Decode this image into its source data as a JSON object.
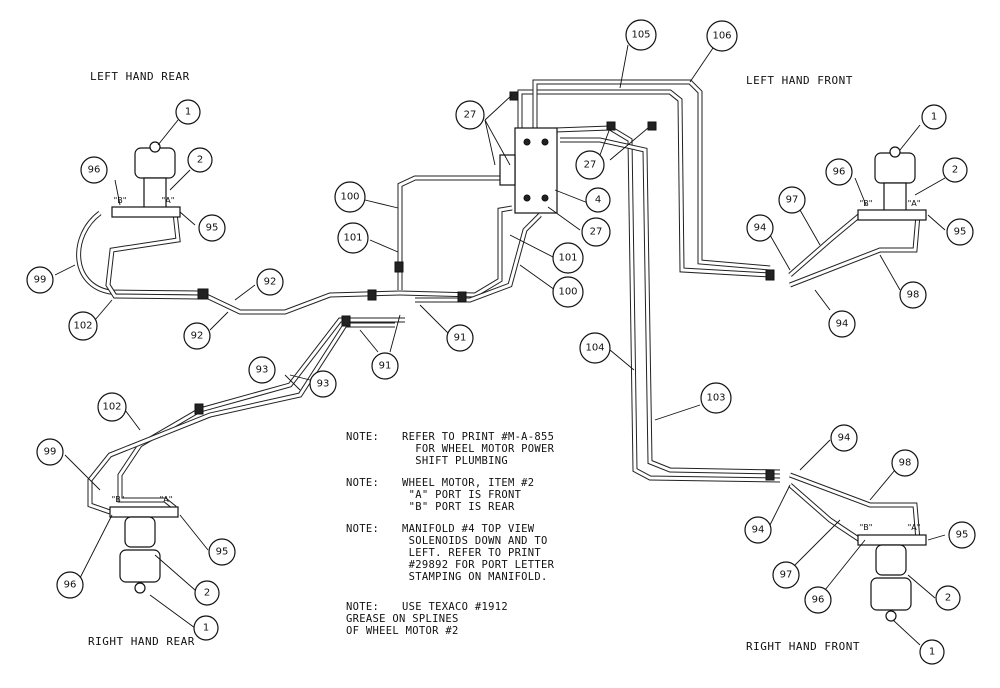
{
  "titles": {
    "left_hand_rear": "LEFT HAND REAR",
    "left_hand_front": "LEFT HAND FRONT",
    "right_hand_rear": "RIGHT HAND REAR",
    "right_hand_front": "RIGHT HAND FRONT"
  },
  "ports": {
    "a": "\"A\"",
    "b": "\"B\""
  },
  "notes": [
    {
      "label": "NOTE:",
      "lines": [
        "REFER TO PRINT #M-A-855",
        "  FOR WHEEL MOTOR POWER",
        "  SHIFT PLUMBING"
      ]
    },
    {
      "label": "NOTE:",
      "lines": [
        "WHEEL MOTOR, ITEM #2",
        " \"A\" PORT IS FRONT",
        " \"B\" PORT IS REAR"
      ]
    },
    {
      "label": "NOTE:",
      "lines": [
        "MANIFOLD #4 TOP VIEW",
        " SOLENOIDS DOWN AND TO",
        " LEFT. REFER TO PRINT",
        " #29892 FOR PORT LETTER",
        " STAMPING ON MANIFOLD."
      ]
    },
    {
      "label": "NOTE:",
      "lines": [
        "USE TEXACO #1912",
        "GREASE ON SPLINES",
        "OF WHEEL MOTOR #2"
      ]
    }
  ],
  "callouts": {
    "c1_lhr": "1",
    "c2_lhr": "2",
    "c96_lhr": "96",
    "c95_lhr": "95",
    "c99_lhr": "99",
    "c102_lhr": "102",
    "c92_a": "92",
    "c92_b": "92",
    "c93_a": "93",
    "c93_b": "93",
    "c91_a": "91",
    "c91_b": "91",
    "c100_a": "100",
    "c101_a": "101",
    "c100_b": "100",
    "c101_b": "101",
    "c27_a": "27",
    "c27_b": "27",
    "c27_c": "27",
    "c4": "4",
    "c105": "105",
    "c106": "106",
    "c104": "104",
    "c103": "103",
    "c1_lhf": "1",
    "c2_lhf": "2",
    "c96_lhf": "96",
    "c97_lhf": "97",
    "c94_lhf_a": "94",
    "c94_lhf_b": "94",
    "c95_lhf": "95",
    "c98_lhf": "98",
    "c99_rhr": "99",
    "c102_rhr": "102",
    "c95_rhr": "95",
    "c96_rhr": "96",
    "c2_rhr": "2",
    "c1_rhr": "1",
    "c94_rhf_a": "94",
    "c94_rhf_b": "94",
    "c98_rhf": "98",
    "c95_rhf": "95",
    "c97_rhf": "97",
    "c96_rhf": "96",
    "c2_rhf": "2",
    "c1_rhf": "1"
  }
}
